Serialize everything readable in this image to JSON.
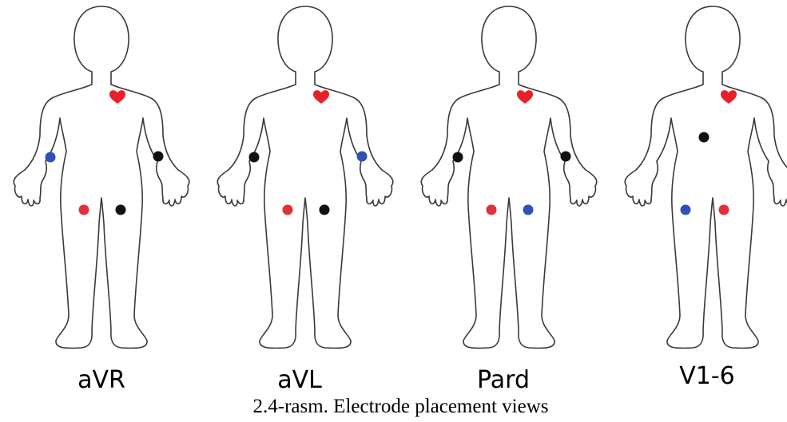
{
  "figures": [
    {
      "label": "aVR",
      "electrodes": [
        {
          "part": "right-arm",
          "color": "blue"
        },
        {
          "part": "left-arm",
          "color": "black"
        },
        {
          "part": "right-leg",
          "color": "red"
        },
        {
          "part": "left-leg",
          "color": "black"
        }
      ]
    },
    {
      "label": "aVL",
      "electrodes": [
        {
          "part": "right-arm",
          "color": "black"
        },
        {
          "part": "left-arm",
          "color": "blue"
        },
        {
          "part": "right-leg",
          "color": "red"
        },
        {
          "part": "left-leg",
          "color": "black"
        }
      ]
    },
    {
      "label": "Pard",
      "electrodes": [
        {
          "part": "right-arm",
          "color": "black"
        },
        {
          "part": "left-arm",
          "color": "black"
        },
        {
          "part": "right-leg",
          "color": "red"
        },
        {
          "part": "left-leg",
          "color": "blue"
        }
      ]
    },
    {
      "label": "V1-6",
      "electrodes": [
        {
          "part": "chest",
          "color": "black"
        },
        {
          "part": "right-leg",
          "color": "blue"
        },
        {
          "part": "left-leg",
          "color": "red"
        }
      ]
    }
  ],
  "caption": "2.4-rasm. Electrode placement views",
  "colors": {
    "outline": "#3a3a3a",
    "heart": "#e8202a",
    "red": "#e0303a",
    "blue": "#3050b8",
    "black": "#111111"
  }
}
